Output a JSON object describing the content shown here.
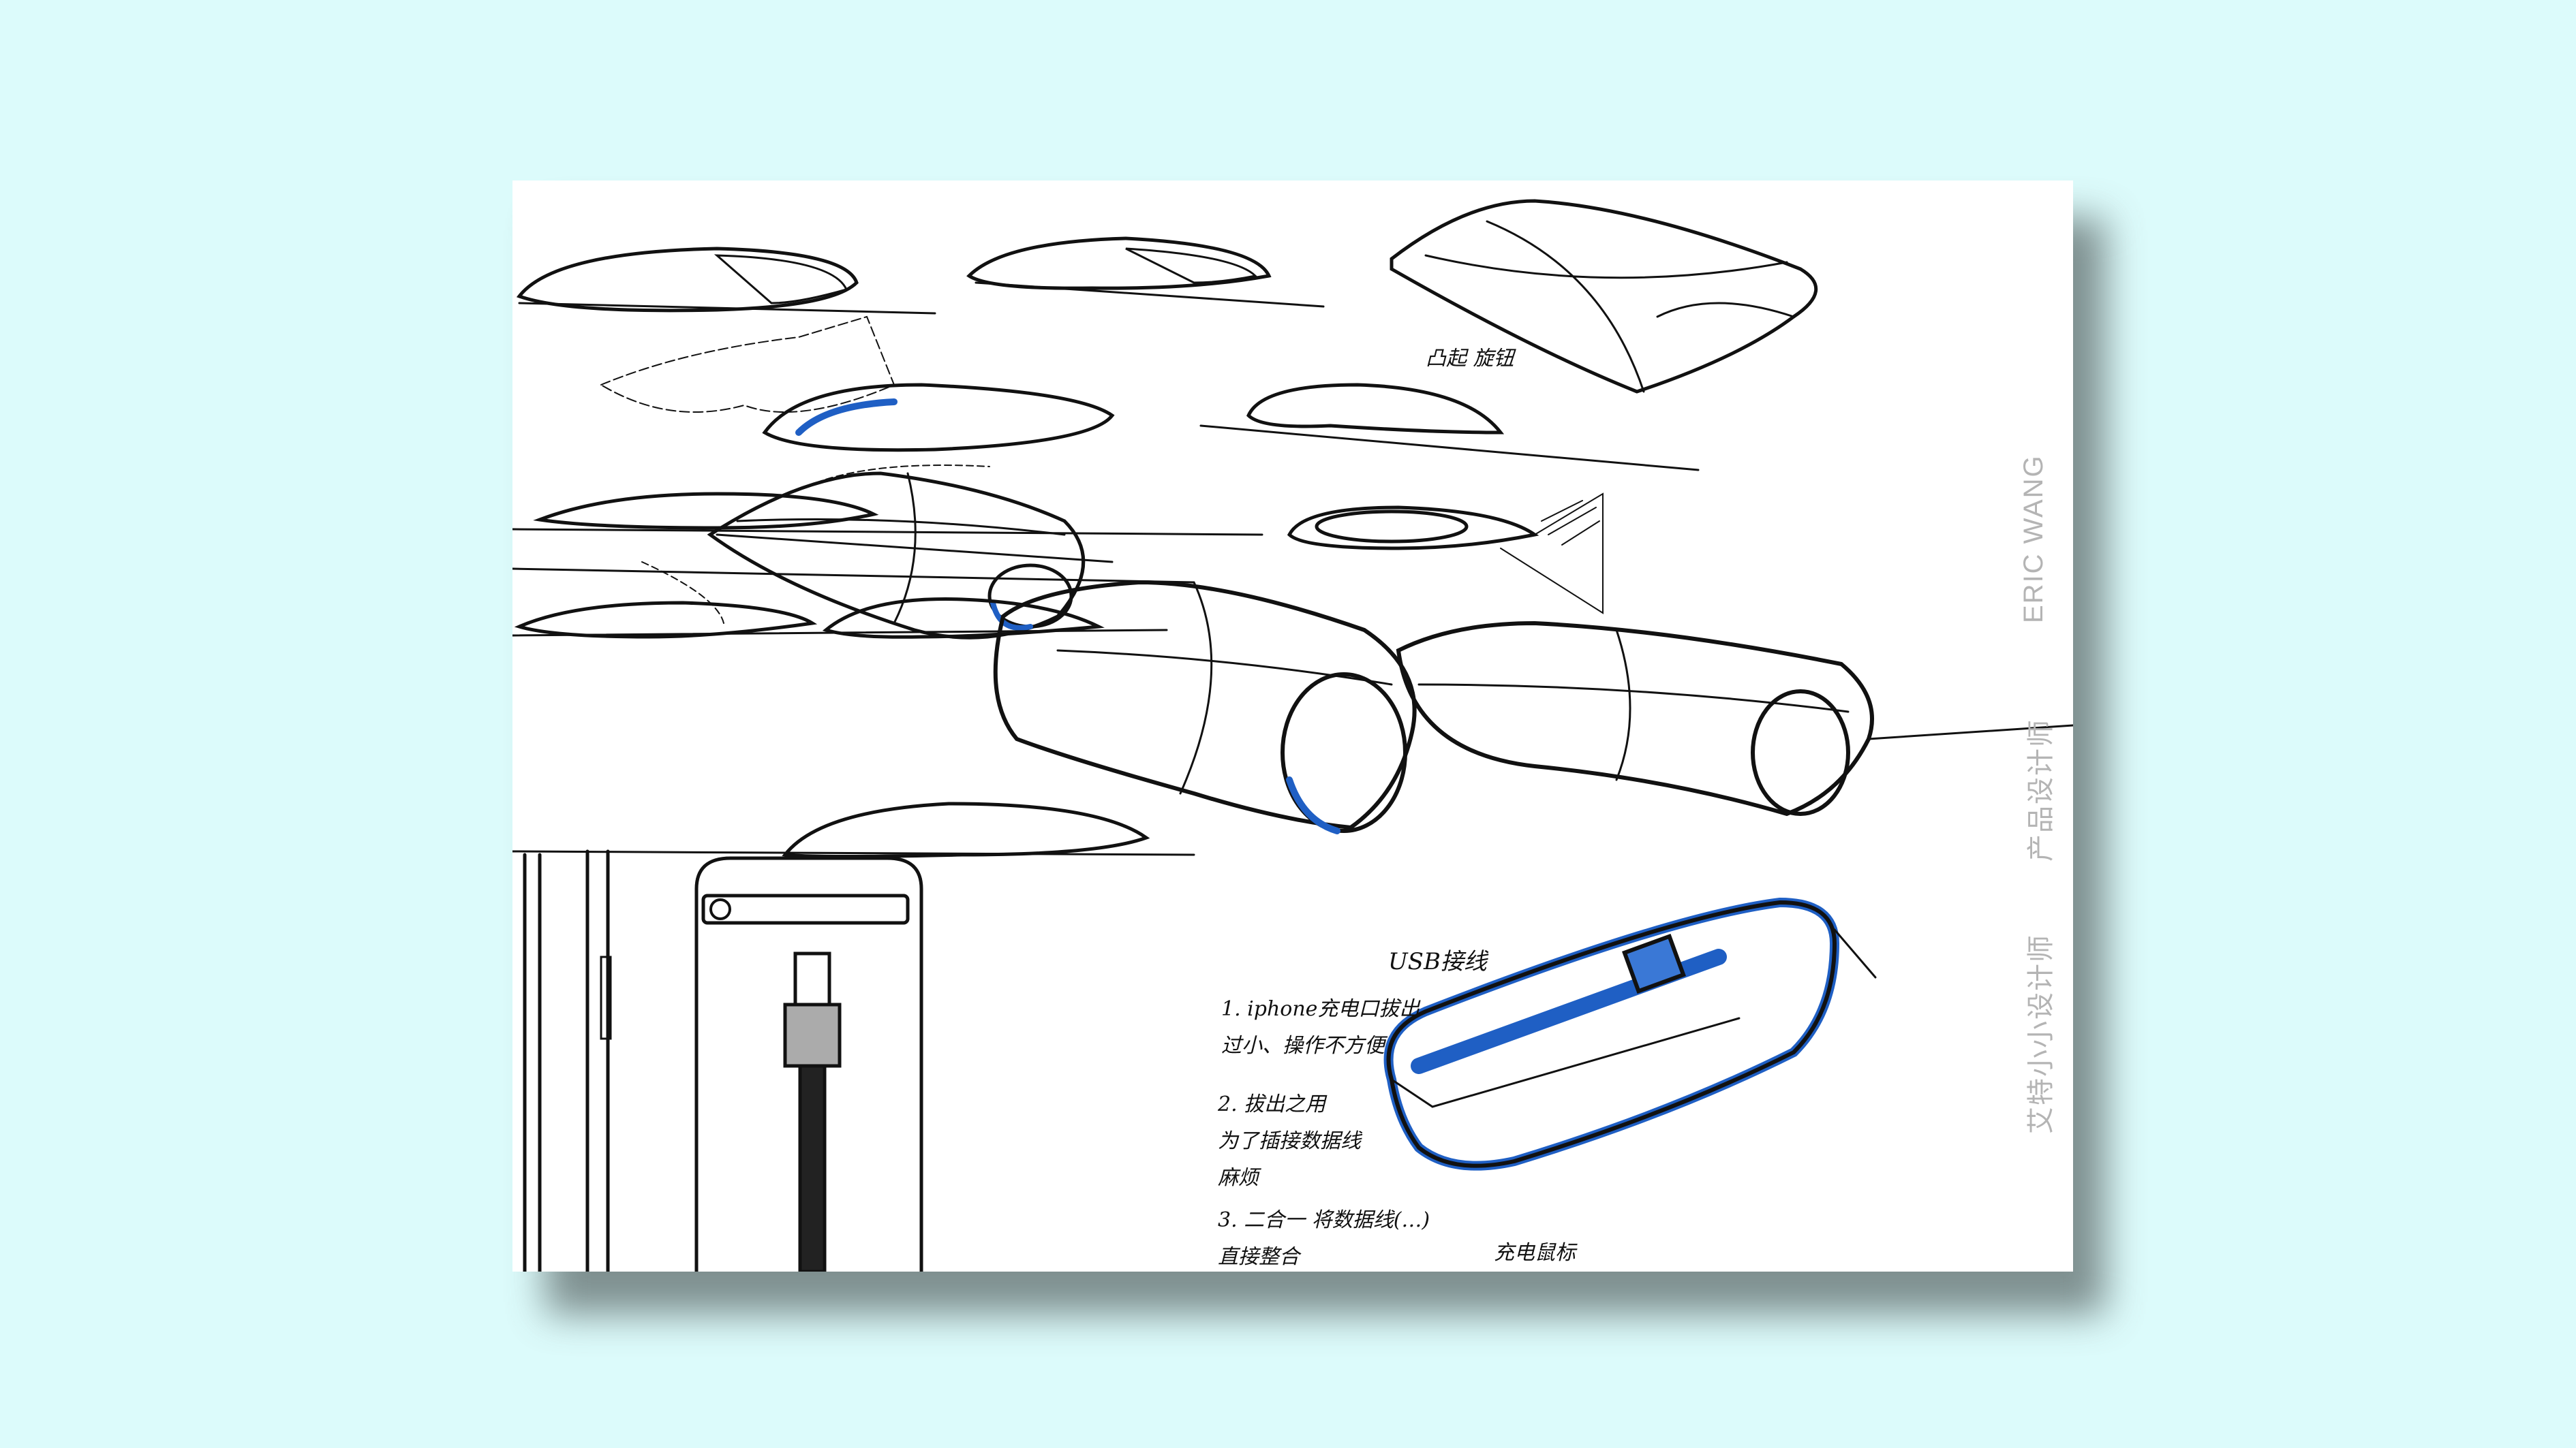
{
  "background_color": "#dcfbfb",
  "paper_color": "#ffffff",
  "ink_color": "#111111",
  "accent_blue": "#1f5fc4",
  "watermark": {
    "name": "ERIC WANG",
    "title": "产品设计师",
    "handle": "艾特小小设计师"
  },
  "notes": {
    "top_callout": "凸起 旋钮",
    "usb_label": "USB接线",
    "note1": "1. iphone充电口拔出\n过小、操作不方便",
    "note2": "2. 拔出之用\n为了插接数据线\n麻烦",
    "note3": "3. 二合一 将数据线(…)\n直接整合",
    "bottom_callout": "充电鼠标"
  }
}
